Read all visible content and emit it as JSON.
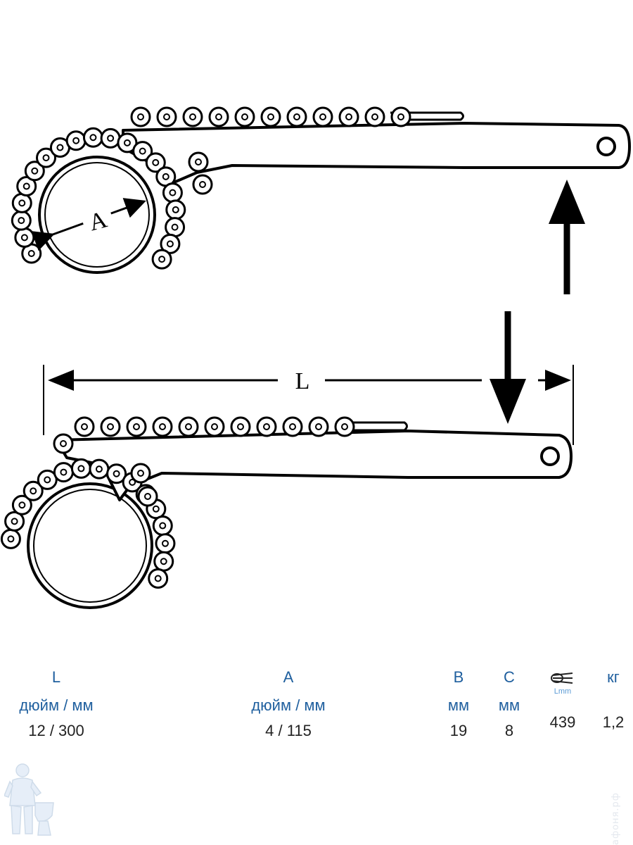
{
  "diagram": {
    "label_a": "A",
    "label_l": "L"
  },
  "specs": {
    "l": {
      "header": "L",
      "unit": "дюйм / мм",
      "value": "12 / 300"
    },
    "a": {
      "header": "A",
      "unit": "дюйм / мм",
      "value": "4 / 115"
    },
    "b": {
      "header": "B",
      "unit": "мм",
      "value": "19"
    },
    "c": {
      "header": "C",
      "unit": "мм",
      "value": "8"
    },
    "lmm": {
      "icon": "chain-length-icon",
      "label": "Lmm",
      "value": "439"
    },
    "kg": {
      "header": "кг",
      "value": "1,2"
    }
  },
  "watermark": "афоня.рф",
  "colors": {
    "header": "#1f5f9e",
    "value": "#222222",
    "icon": "#5b9bd5"
  }
}
